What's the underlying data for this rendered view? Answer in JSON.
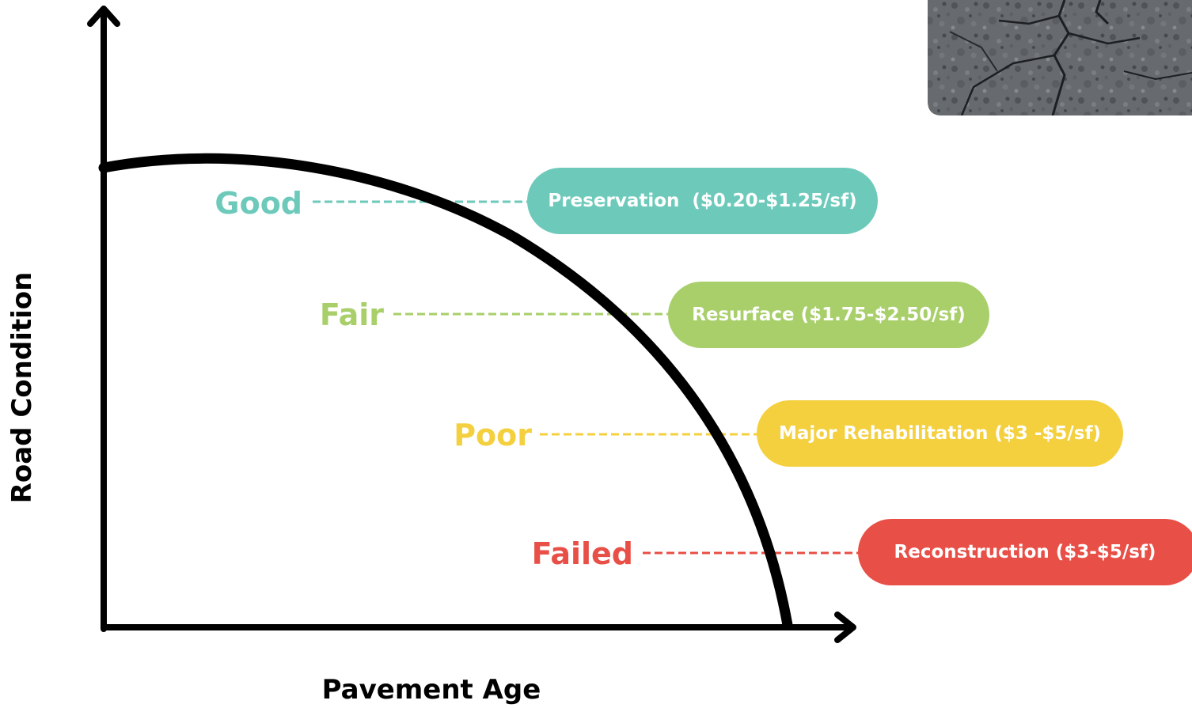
{
  "axes": {
    "y_title": "Road Condition",
    "x_title": "Pavement Age"
  },
  "levels": [
    {
      "label": "Good",
      "treatment": "Preservation  ($0.20-$1.25/sf)",
      "color": "#6dcabb"
    },
    {
      "label": "Fair",
      "treatment": "Resurface ($1.75-$2.50/sf)",
      "color": "#a8cf6a"
    },
    {
      "label": "Poor",
      "treatment": "Major Rehabilitation ($3 -$5/sf)",
      "color": "#f4d03f"
    },
    {
      "label": "Failed",
      "treatment": "Reconstruction ($3-$5/sf)",
      "color": "#e84f47"
    }
  ],
  "photo": {
    "subject": "cracked asphalt pavement"
  },
  "colors": {
    "axis": "#000000",
    "curve": "#000000",
    "background": "#ffffff"
  }
}
